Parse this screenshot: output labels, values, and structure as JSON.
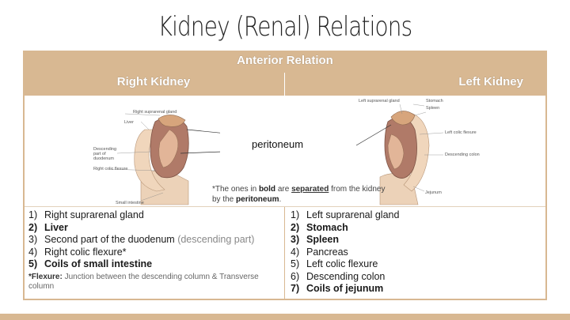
{
  "slide": {
    "title": "Kidney (Renal) Relations",
    "header": {
      "section": "Anterior Relation",
      "left": "Right Kidney",
      "right": "Left Kidney"
    },
    "figure_labels": {
      "right": [
        "Right suprarenal gland",
        "Liver",
        "Descending part of duodenum",
        "Right colic flexure",
        "Small intestine"
      ],
      "left": [
        "Left suprarenal gland",
        "Stomach",
        "Spleen",
        "Left colic flexure",
        "Descending colon",
        "Jejunum"
      ]
    },
    "peritoneum_label": "peritoneum",
    "note": {
      "prefix": "*The ones in ",
      "bold_word": "bold",
      "middle": " are ",
      "sep_word": "separated",
      "suffix": " from the kidney by the ",
      "peri_word": "peritoneum",
      "end": "."
    },
    "right_list": [
      {
        "num": "1)",
        "text": "Right suprarenal gland",
        "bold": false,
        "extra": ""
      },
      {
        "num": "2)",
        "text": "Liver",
        "bold": true,
        "extra": ""
      },
      {
        "num": "3)",
        "text": "Second part of the duodenum ",
        "bold": false,
        "extra": "(descending part)"
      },
      {
        "num": "4)",
        "text": "Right colic flexure*",
        "bold": false,
        "extra": ""
      },
      {
        "num": "5)",
        "text": "Coils of small intestine",
        "bold": true,
        "extra": ""
      }
    ],
    "flexure_note": {
      "label": "*Flexure:",
      "text": " Junction between the descending column & Transverse column"
    },
    "left_list": [
      {
        "num": "1)",
        "text": "Left suprarenal gland",
        "bold": false
      },
      {
        "num": "2)",
        "text": "Stomach",
        "bold": true
      },
      {
        "num": "3)",
        "text": "Spleen",
        "bold": true
      },
      {
        "num": "4)",
        "text": "Pancreas",
        "bold": false
      },
      {
        "num": "5)",
        "text": "Left colic flexure",
        "bold": false
      },
      {
        "num": "6)",
        "text": "Descending colon",
        "bold": false
      },
      {
        "num": "7)",
        "text": "Coils of jejunum",
        "bold": true
      }
    ],
    "colors": {
      "accent": "#d8b892",
      "kidney": "#b07a68",
      "organ": "#e8c6a8"
    }
  }
}
